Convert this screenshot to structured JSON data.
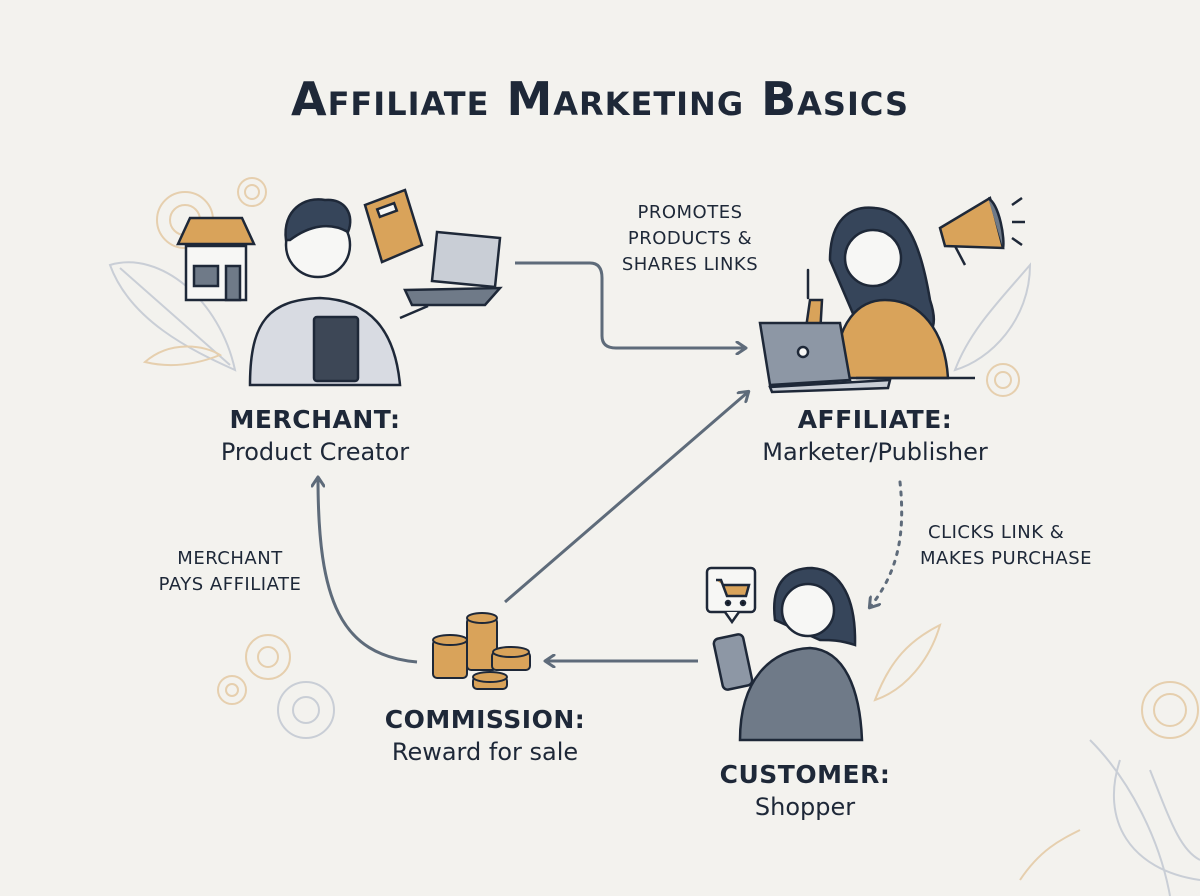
{
  "title": "Affiliate Marketing Basics",
  "colors": {
    "background": "#f3f2ee",
    "ink": "#1e2838",
    "accent_orange": "#d9a35a",
    "slate": "#5e6b7a",
    "light_gray": "#c9ced6"
  },
  "nodes": {
    "merchant": {
      "head": "MERCHANT:",
      "sub": "Product Creator",
      "icons": [
        "store-icon",
        "book-icon",
        "laptop-icon",
        "clipboard-icon"
      ]
    },
    "affiliate": {
      "head": "AFFILIATE:",
      "sub": "Marketer/Publisher",
      "icons": [
        "megaphone-icon",
        "laptop-icon"
      ]
    },
    "customer": {
      "head": "CUSTOMER:",
      "sub": "Shopper",
      "icons": [
        "shopping-cart-icon",
        "smartphone-icon"
      ]
    },
    "commission": {
      "head": "COMMISSION:",
      "sub": "Reward for sale",
      "icons": [
        "coins-icon"
      ]
    }
  },
  "flows": {
    "merchant_to_affiliate": {
      "line1": "PROMOTES",
      "line2": "PRODUCTS &",
      "line3": "SHARES LINKS"
    },
    "affiliate_to_customer": {
      "line1": "CLICKS LINK &",
      "line2": "MAKES PURCHASE"
    },
    "commission_to_merchant": {
      "line1": "MERCHANT",
      "line2": "PAYS AFFILIATE"
    }
  }
}
